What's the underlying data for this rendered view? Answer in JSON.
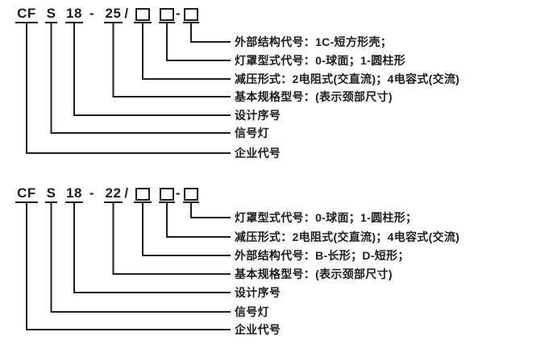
{
  "colors": {
    "background": "#ffffff",
    "ink": "#1d1d1b"
  },
  "sections": [
    {
      "code": {
        "company": "CF",
        "product": "S",
        "design": "18",
        "dash": "-",
        "spec": "25",
        "slash": "/",
        "box_dash": "-"
      },
      "labels": [
        "外部结构代号：1C-短方形壳；",
        "灯罩型式代号：0-球面；1-圆柱形",
        "减压形式：2电阻式(交直流)；4电容式(交流)",
        "基本规格型号：(表示颈部尺寸)",
        "设计序号",
        "信号灯",
        "企业代号"
      ]
    },
    {
      "code": {
        "company": "CF",
        "product": "S",
        "design": "18",
        "dash": "-",
        "spec": "22",
        "slash": "/",
        "box_dash": "-"
      },
      "labels": [
        "灯罩型式代号：0-球面；1-圆柱形；",
        "减压形式：2电阻式(交直流)；4电容式(交流)",
        "外部结构代号：B-长形；D-短形；",
        "基本规格型号：(表示颈部尺寸)",
        "设计序号",
        "信号灯",
        "企业代号"
      ]
    }
  ]
}
